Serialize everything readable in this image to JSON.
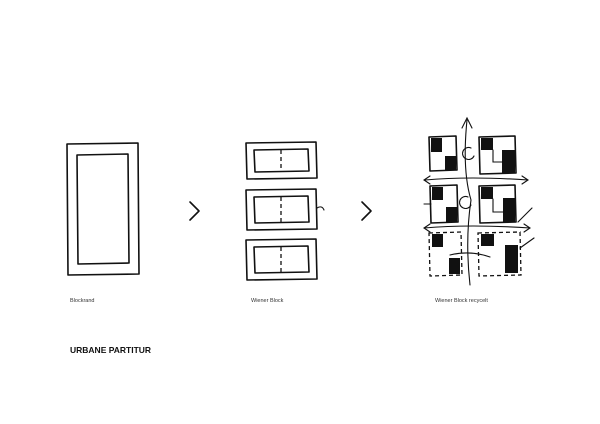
{
  "diagram": {
    "title": "URBANE PARTITUR",
    "stages": [
      {
        "label": "Blockrand"
      },
      {
        "label": "Wiener Block"
      },
      {
        "label": "Wiener Block recycelt"
      }
    ],
    "transition_icons": [
      "chevron-right-icon",
      "chevron-right-icon"
    ]
  }
}
